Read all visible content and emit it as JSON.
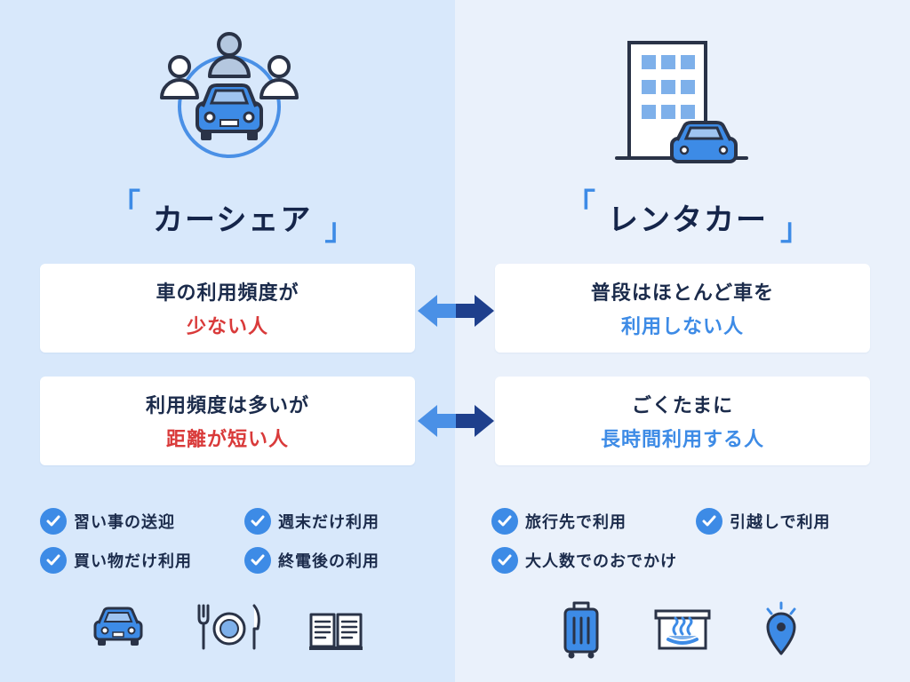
{
  "left": {
    "title": "カーシェア",
    "cards": [
      {
        "line1": "車の利用頻度が",
        "line2": "少ない人"
      },
      {
        "line1": "利用頻度は多いが",
        "line2": "距離が短い人"
      }
    ],
    "checks": [
      "習い事の送迎",
      "週末だけ利用",
      "買い物だけ利用",
      "終電後の利用"
    ],
    "hero_icon": "car-sharing-group-icon",
    "bottom_icons": [
      "car-icon",
      "dining-icon",
      "book-icon"
    ]
  },
  "right": {
    "title": "レンタカー",
    "cards": [
      {
        "line1": "普段はほとんど車を",
        "line2": "利用しない人"
      },
      {
        "line1": "ごくたまに",
        "line2": "長時間利用する人"
      }
    ],
    "checks": [
      "旅行先で利用",
      "引越しで利用",
      "大人数でのおでかけ"
    ],
    "hero_icon": "rental-building-car-icon",
    "bottom_icons": [
      "suitcase-icon",
      "hot-spring-icon",
      "location-pin-icon"
    ]
  },
  "brackets": {
    "open": "「",
    "close": "」"
  },
  "colors": {
    "left_bg": "#d8e8fb",
    "right_bg": "#eaf1fb",
    "accent_blue": "#3d8be6",
    "accent_red": "#d93a3a",
    "navy": "#15254a"
  }
}
